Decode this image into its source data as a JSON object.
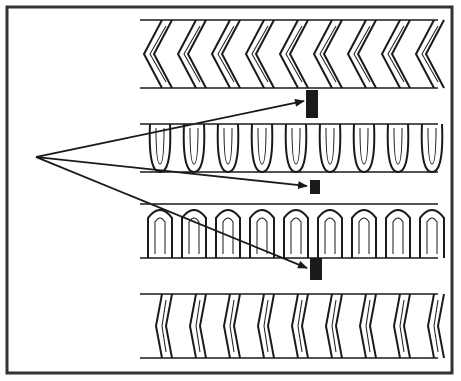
{
  "figure": {
    "subject": "tire-tread-wear-indicators",
    "icon": "tread-wear-indicator-icon",
    "indicator_count": 3,
    "rib_count": 4,
    "colors": {
      "line": "#1a1a1a",
      "background": "#ffffff",
      "border": "#333333"
    }
  }
}
